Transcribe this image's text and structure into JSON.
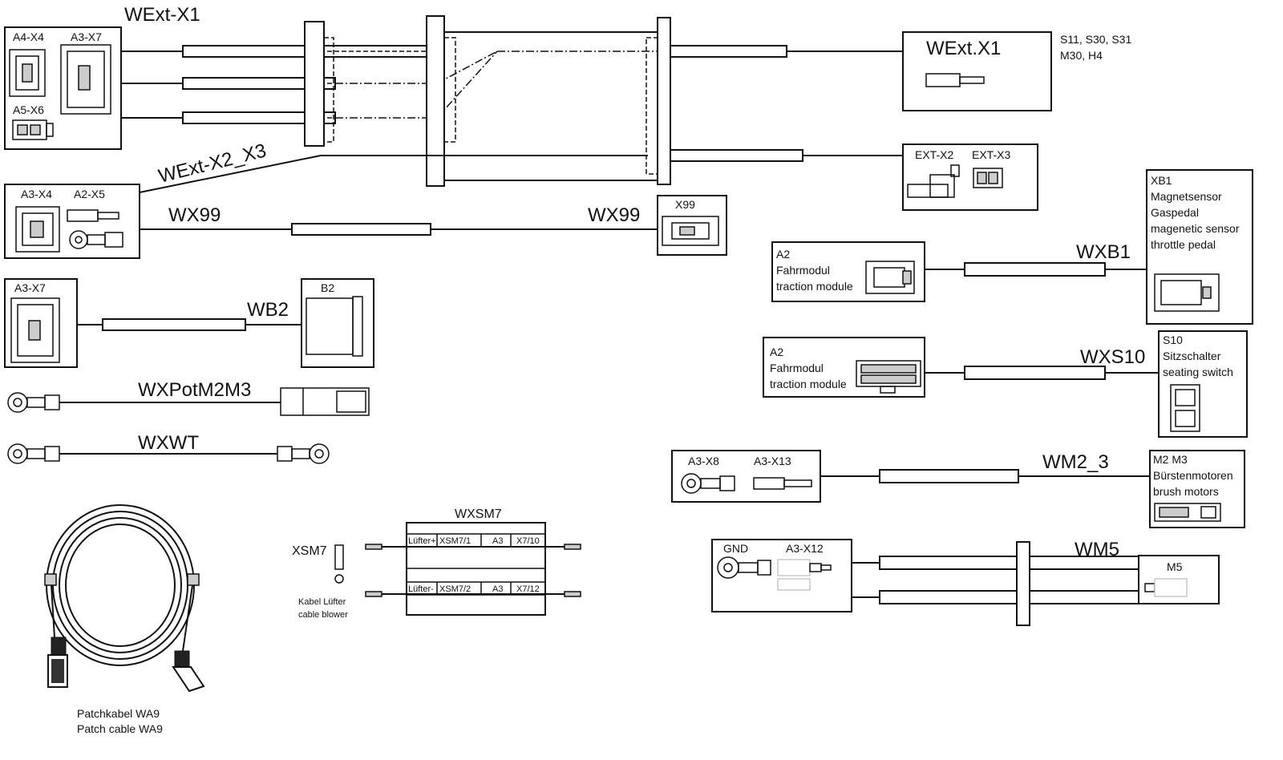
{
  "harnesses": {
    "wext_x1": {
      "name": "WExt-X1",
      "connectors": [
        "A4-X4",
        "A3-X7",
        "A5-X6"
      ],
      "target": "WExt.X1",
      "target_note_1": "S11, S30, S31",
      "target_note_2": "M30, H4"
    },
    "wext_x2_x3": {
      "name": "WExt-X2_X3",
      "connectors": [
        "A3-X4",
        "A2-X5"
      ],
      "target_1": "EXT-X2",
      "target_2": "EXT-X3"
    },
    "wx99": {
      "name_left": "WX99",
      "name_right": "WX99",
      "target": "X99"
    },
    "wb2": {
      "name": "WB2",
      "source": "A3-X7",
      "target": "B2"
    },
    "wxpot": {
      "name": "WXPotM2M3"
    },
    "wxwt": {
      "name": "WXWT"
    },
    "patch": {
      "label_de": "Patchkabel WA9",
      "label_en": "Patch cable WA9"
    },
    "wxsm7": {
      "name": "WXSM7",
      "connector": "XSM7",
      "caption_de": "Kabel Lüfter",
      "caption_en": "cable blower",
      "rows": [
        {
          "c1": "Lüfter+",
          "c2": "XSM7/1",
          "c3": "A3",
          "c4": "X7/10"
        },
        {
          "c1": "Lüfter-",
          "c2": "XSM7/2",
          "c3": "A3",
          "c4": "X7/12"
        }
      ]
    },
    "wxb1": {
      "name": "WXB1",
      "source": {
        "id": "A2",
        "line1": "Fahrmodul",
        "line2": "traction module"
      },
      "target": {
        "id": "XB1",
        "line1": "Magnetsensor",
        "line2": "Gaspedal",
        "line3": "magenetic sensor",
        "line4": "throttle pedal"
      }
    },
    "wxs10": {
      "name": "WXS10",
      "source": {
        "id": "A2",
        "line1": "Fahrmodul",
        "line2": "traction module"
      },
      "target": {
        "id": "S10",
        "line1": "Sitzschalter",
        "line2": "seating switch"
      }
    },
    "wm2_3": {
      "name": "WM2_3",
      "connectors": [
        "A3-X8",
        "A3-X13"
      ],
      "target": {
        "id": "M2 M3",
        "line1": "Bürstenmotoren",
        "line2": "brush motors"
      }
    },
    "wm5": {
      "name": "WM5",
      "connectors": [
        "GND",
        "A3-X12"
      ],
      "target": "M5"
    }
  },
  "icons": [
    "connector-plug-icon",
    "ring-terminal-icon",
    "wire-ferrule-icon",
    "rj45-plug-icon",
    "bullet-terminal-icon"
  ]
}
